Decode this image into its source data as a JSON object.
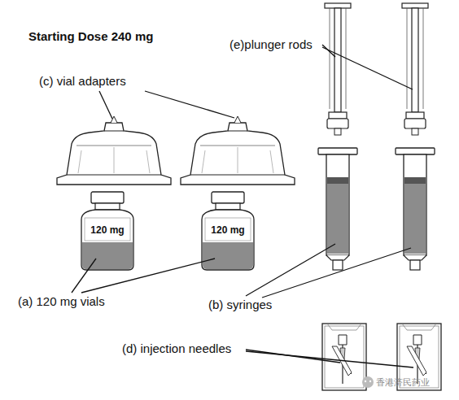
{
  "diagram": {
    "title": "Starting Dose 240 mg",
    "labels": [
      "(c) vial adapters",
      "(e)plunger rods",
      "120 mg",
      "120 mg",
      "(a) 120 mg vials",
      "(b) syringes",
      "(d) injection needles",
      "香港济民药业"
    ]
  }
}
